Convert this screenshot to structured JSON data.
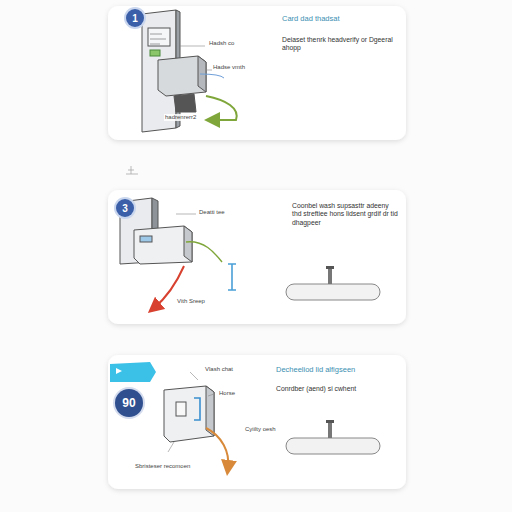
{
  "diagram": {
    "nodes": [
      {
        "text": [
          "Card dad thadsat",
          "Deiaset thenrk headverify or Dgeeral ahopp"
        ]
      },
      {
        "text": [
          "1"
        ],
        "in": 0
      },
      {
        "text": [
          "Coonbel wash supsasttr adeeny thd streftiee hons lidsent grdif dr tid dhagpeer"
        ]
      },
      {
        "text": [
          "3"
        ],
        "in": 2
      },
      {
        "text": [
          "Decheeliod lid alfigseen",
          "Conrdber (aend) si cwhent"
        ]
      },
      {
        "text": [
          "90"
        ],
        "in": 4
      }
    ],
    "labels": [
      "Hadsh co",
      "Hadse vmth",
      "hadrenrerr2",
      "Deatti tee",
      "Vith Sreep",
      "Vlash chat",
      "Horse",
      "Cyiilty oesh",
      "Sbristeser recomoen"
    ]
  }
}
